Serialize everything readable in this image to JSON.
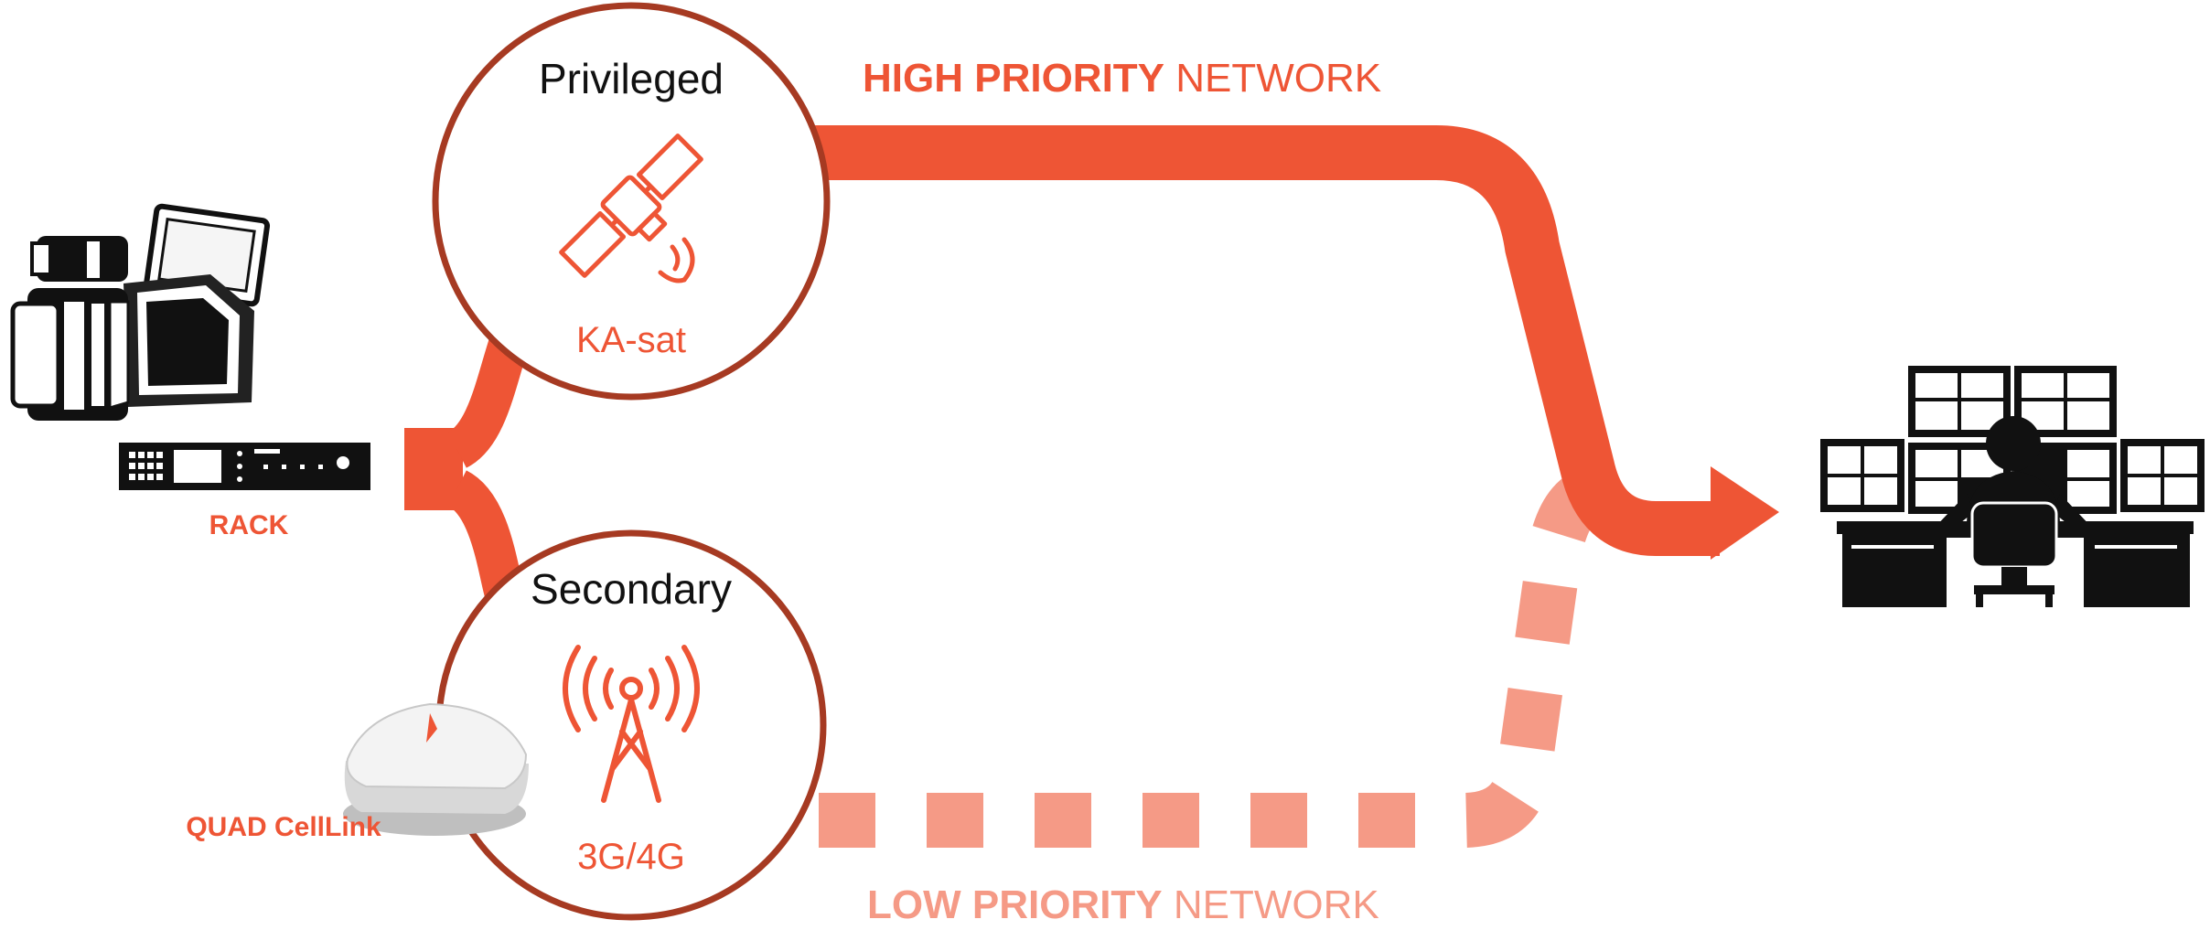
{
  "colors": {
    "high": "#ee5535",
    "low": "#f59a86",
    "circle_border": "#a63a22",
    "dark": "#111111"
  },
  "labels": {
    "privileged": "Privileged",
    "secondary": "Secondary",
    "ka_sat": "KA-sat",
    "g34": "3G/4G",
    "rack": "RACK",
    "quad_celllink": "QUAD CellLink",
    "high_priority_bold": "HIGH PRIORITY",
    "high_priority_rest": " NETWORK",
    "low_priority_bold": "LOW PRIORITY",
    "low_priority_rest": " NETWORK"
  },
  "icons": {
    "camera": "video-camera-icon",
    "rack": "rack-unit-icon",
    "router": "router-device-icon",
    "satellite": "satellite-icon",
    "tower": "cell-tower-icon",
    "control_room": "control-room-operator-icon",
    "arrow": "arrow-right-icon"
  }
}
